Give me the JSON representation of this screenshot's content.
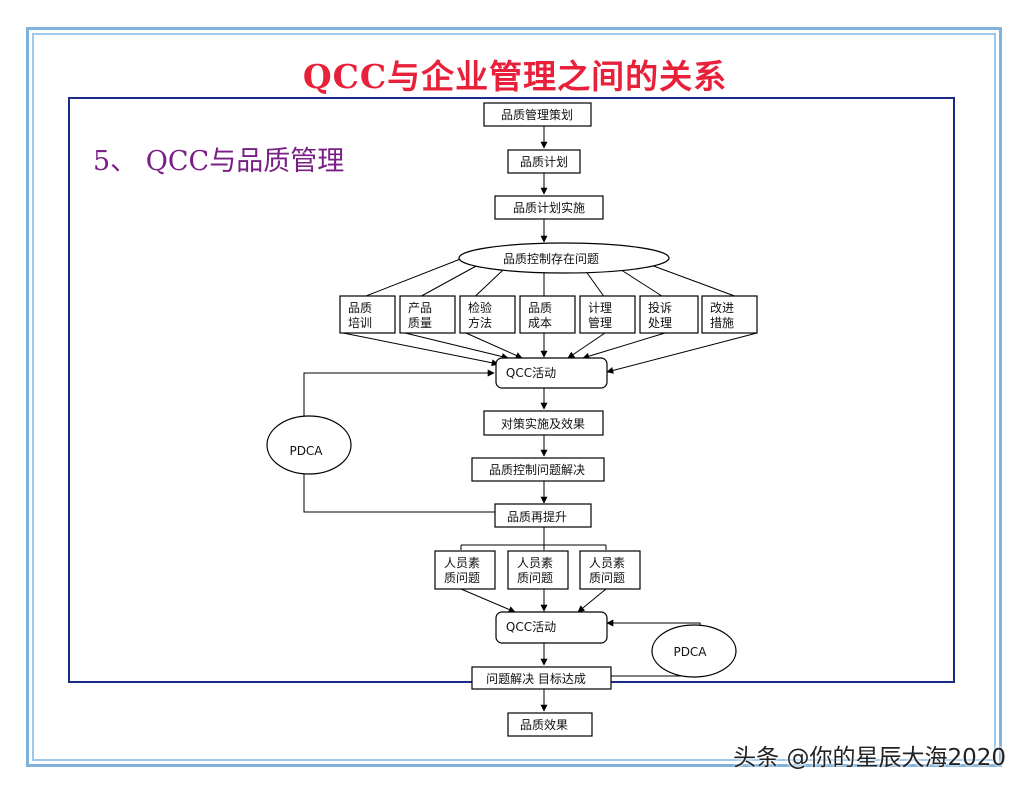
{
  "title": "QCC与企业管理之间的关系",
  "section_title": "5、 QCC与品质管理",
  "nodes": {
    "plan_strategy": "品质管理策划",
    "plan": "品质计划",
    "plan_impl": "品质计划实施",
    "control_issue": "品质控制存在问题",
    "cat_training": [
      "品质",
      "培训"
    ],
    "cat_product": [
      "产品",
      "质量"
    ],
    "cat_inspection": [
      "检验",
      "方法"
    ],
    "cat_cost": [
      "品质",
      "成本"
    ],
    "cat_measure": [
      "计理",
      "管理"
    ],
    "cat_complaint": [
      "投诉",
      "处理"
    ],
    "cat_improve": [
      "改进",
      "措施"
    ],
    "qcc1": "QCC活动",
    "pdca1": "PDCA",
    "countermeasure": "对策实施及效果",
    "control_solved": "品质控制问题解决",
    "quality_up": "品质再提升",
    "staff1": [
      "人员素",
      "质问题"
    ],
    "staff2": [
      "人员素",
      "质问题"
    ],
    "staff3": [
      "人员素",
      "质问题"
    ],
    "qcc2": "QCC活动",
    "pdca2": "PDCA",
    "goal": "问题解决 目标达成",
    "effect": "品质效果"
  },
  "watermark": "头条 @你的星辰大海2020",
  "colors": {
    "title": "#e8203a",
    "section": "#7a1f86",
    "frame_blue": "#1c2a8a",
    "outer_frame": "#7fb2dc"
  }
}
